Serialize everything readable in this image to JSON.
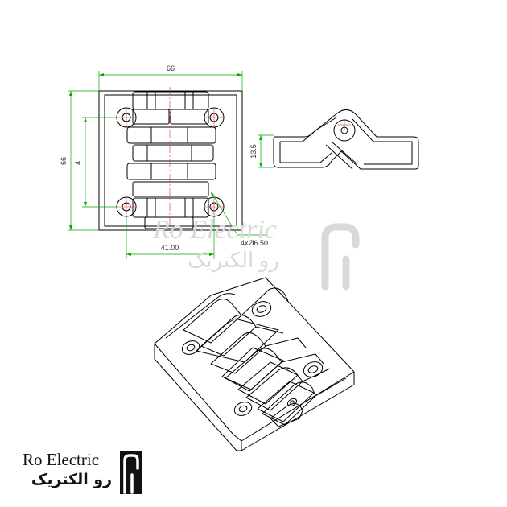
{
  "drawing": {
    "dimensions": {
      "overall_width": "66",
      "overall_height": "66",
      "hole_vertical_spacing": "41",
      "hole_horizontal_spacing": "41.00",
      "side_height": "13.5",
      "hole_callout": "4xØ6.50"
    },
    "colors": {
      "outline": "#000000",
      "dimension_line": "#00aa00",
      "center_line": "#e53030",
      "watermark": "#d9d9d9"
    }
  },
  "watermark": {
    "latin": "Ro Electric",
    "persian": "رو الکتریک"
  },
  "brand": {
    "latin": "Ro Electric",
    "persian": "رو الکتریک"
  }
}
